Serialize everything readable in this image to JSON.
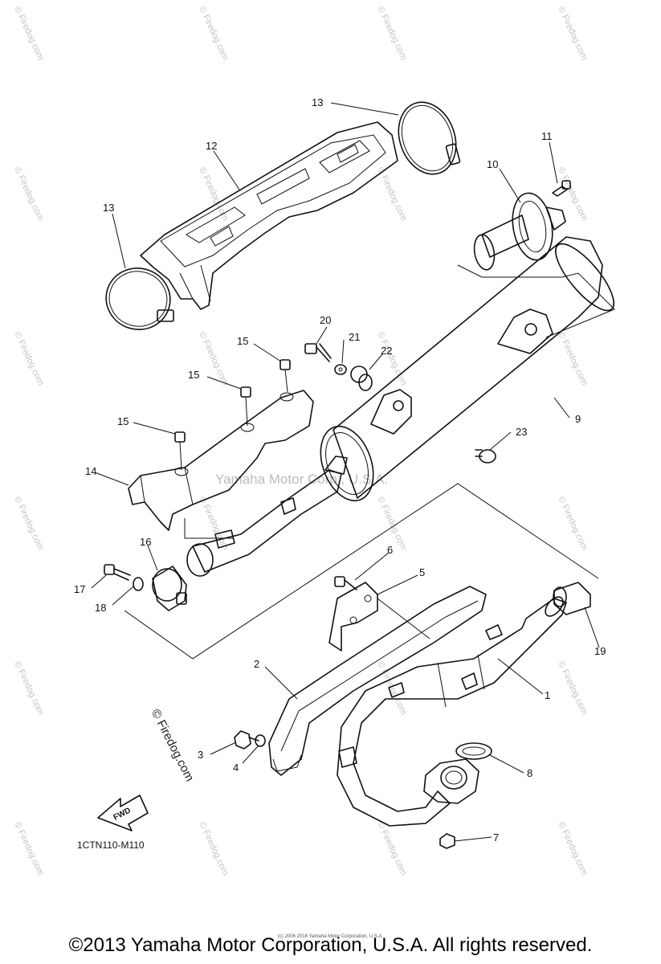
{
  "watermarks": {
    "firedog": "© Firedog.com",
    "center": "Yamaha Motor Corp., U.S.A."
  },
  "diagram_code": "1CTN110-M110",
  "fwd_label": "FWD",
  "tiny_note": "(c) 2006 2016 Yamaha Motor Corporation, U.S.A.",
  "footer": "©2013 Yamaha Motor Corporation, U.S.A. All rights reserved.",
  "callouts": {
    "c1": "1",
    "c2": "2",
    "c3": "3",
    "c4": "4",
    "c5": "5",
    "c6": "6",
    "c7": "7",
    "c8": "8",
    "c9": "9",
    "c10": "10",
    "c11": "11",
    "c12": "12",
    "c13a": "13",
    "c13b": "13",
    "c14": "14",
    "c15a": "15",
    "c15b": "15",
    "c15c": "15",
    "c16": "16",
    "c17": "17",
    "c18": "18",
    "c19": "19",
    "c20": "20",
    "c21": "21",
    "c22": "22",
    "c23": "23"
  }
}
